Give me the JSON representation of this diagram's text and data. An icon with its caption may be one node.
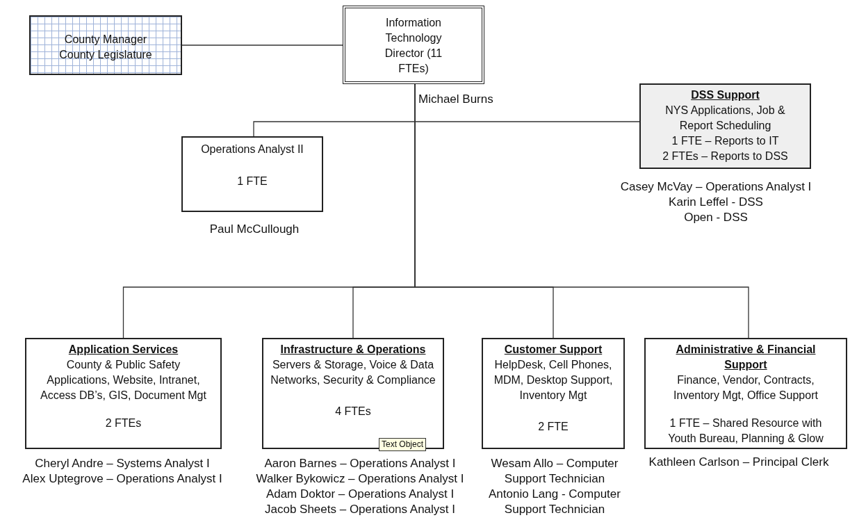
{
  "diagram": {
    "nodes": [
      {
        "text": [
          "County Manager County Legislature"
        ]
      },
      {
        "text": [
          "Information Technology Director (11 FTEs)"
        ],
        "beside": [
          "Michael Burns"
        ]
      },
      {
        "text": [
          "Operations Analyst II",
          "1 FTE"
        ],
        "beside": [
          "Paul McCullough"
        ]
      },
      {
        "text": [
          "DSS Support",
          "NYS Applications, Job & Report Scheduling",
          "1 FTE – Reports to IT",
          "2 FTEs – Reports to DSS"
        ],
        "beside": [
          "Casey McVay – Operations Analyst I",
          "Karin Leffel - DSS",
          "Open - DSS"
        ]
      },
      {
        "text": [
          "Application Services",
          "County & Public Safety Applications, Website, Intranet, Access DB’s, GIS, Document Mgt",
          "2 FTEs"
        ],
        "beside": [
          "Cheryl Andre – Systems Analyst I",
          "Alex Uptegrove – Operations Analyst I"
        ]
      },
      {
        "text": [
          "Infrastructure & Operations",
          "Servers & Storage, Voice & Data Networks, Security & Compliance",
          "4 FTEs"
        ],
        "beside": [
          "Aaron Barnes – Operations Analyst I",
          "Walker Bykowicz – Operations Analyst I",
          "Adam Doktor – Operations Analyst I",
          "Jacob Sheets – Operations Analyst I"
        ]
      },
      {
        "text": [
          "Customer Support",
          "HelpDesk, Cell Phones, MDM, Desktop Support, Inventory Mgt",
          "2 FTE"
        ],
        "beside": [
          "Wesam Allo – Computer Support Technician",
          "Antonio Lang - Computer Support Technician"
        ]
      },
      {
        "text": [
          "Administrative & Financial Support",
          "Finance, Vendor, Contracts, Inventory Mgt, Office Support",
          "1 FTE – Shared Resource with Youth Bureau, Planning & Glow"
        ],
        "beside": [
          "Kathleen Carlson – Principal Clerk"
        ]
      }
    ],
    "edges": [
      {
        "from": 0,
        "to": 1,
        "arrow": "none"
      },
      {
        "from": 1,
        "to": 2,
        "arrow": "none"
      },
      {
        "from": 1,
        "to": 3,
        "arrow": "none"
      },
      {
        "from": 1,
        "to": 4,
        "arrow": "none"
      },
      {
        "from": 1,
        "to": 5,
        "arrow": "none"
      },
      {
        "from": 1,
        "to": 6,
        "arrow": "none"
      },
      {
        "from": 1,
        "to": 7,
        "arrow": "none"
      }
    ],
    "labels": [
      "Text Object"
    ]
  }
}
